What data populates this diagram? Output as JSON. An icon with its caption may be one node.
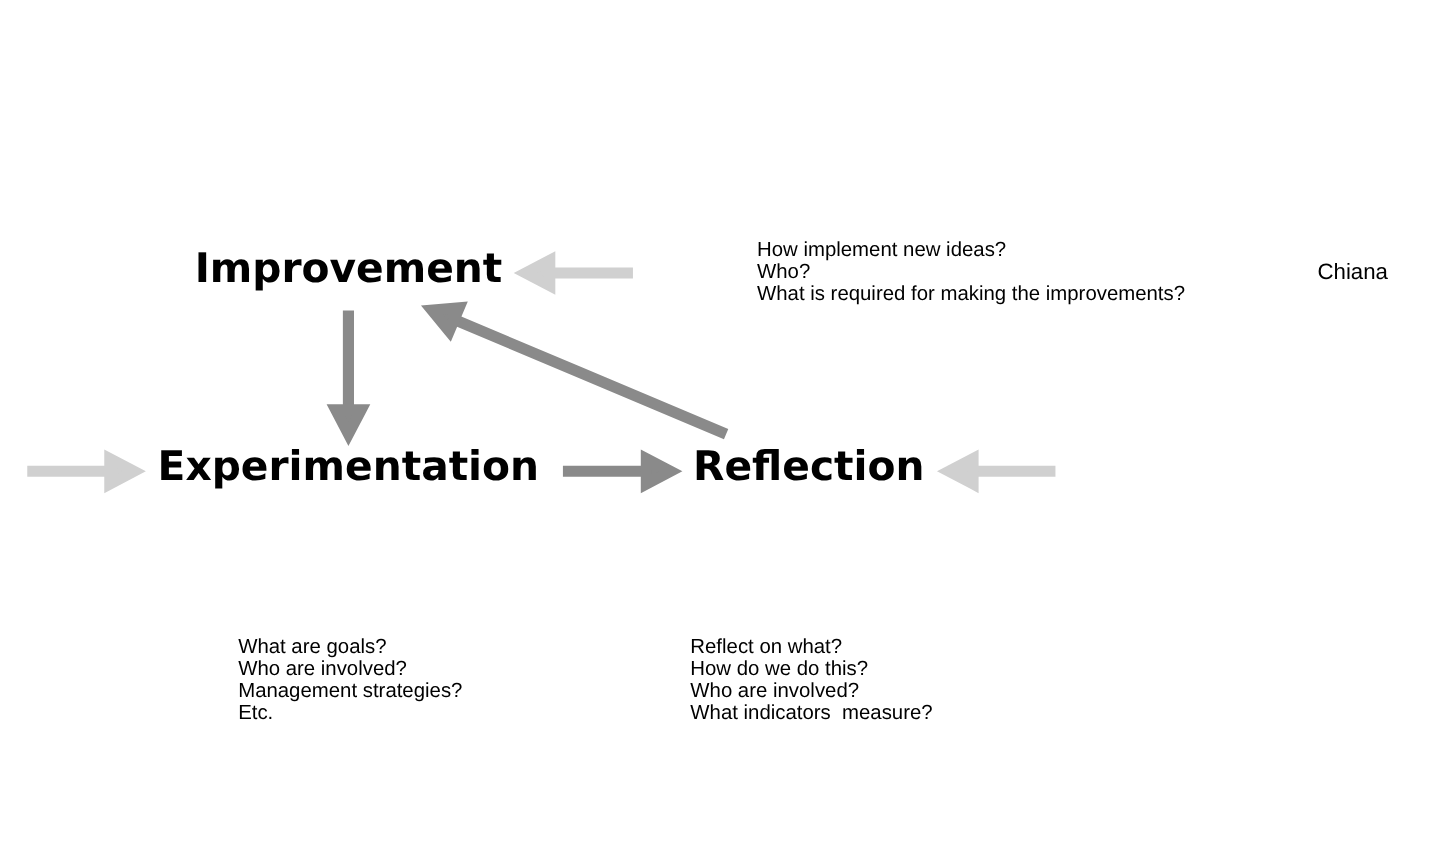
{
  "diagram": {
    "nodes": [
      {
        "text": [
          "Improvement"
        ],
        "beside": [
          "How implement new ideas?",
          "Who?",
          "What is required for making the improvements?"
        ]
      },
      {
        "text": [
          "Experimentation"
        ],
        "beside": [
          "What are goals?",
          "Who are involved?",
          "Management strategies?",
          "Etc."
        ]
      },
      {
        "text": [
          "Reflection"
        ],
        "beside": [
          "Reflect on what?",
          "How do we do this?",
          "Who are involved?",
          "What indicators  measure?"
        ]
      }
    ],
    "edges": [
      {
        "from": 0,
        "to": 1,
        "arrow": "to"
      },
      {
        "from": 1,
        "to": 2,
        "arrow": "to"
      },
      {
        "from": 2,
        "to": 0,
        "arrow": "to"
      },
      {
        "from": null,
        "to": 0,
        "arrow": "to",
        "color": "#d0d0d0"
      },
      {
        "from": null,
        "to": 1,
        "arrow": "to",
        "color": "#d0d0d0"
      },
      {
        "from": null,
        "to": 2,
        "arrow": "to",
        "color": "#d0d0d0"
      }
    ],
    "labels": [
      "Chiana"
    ]
  }
}
